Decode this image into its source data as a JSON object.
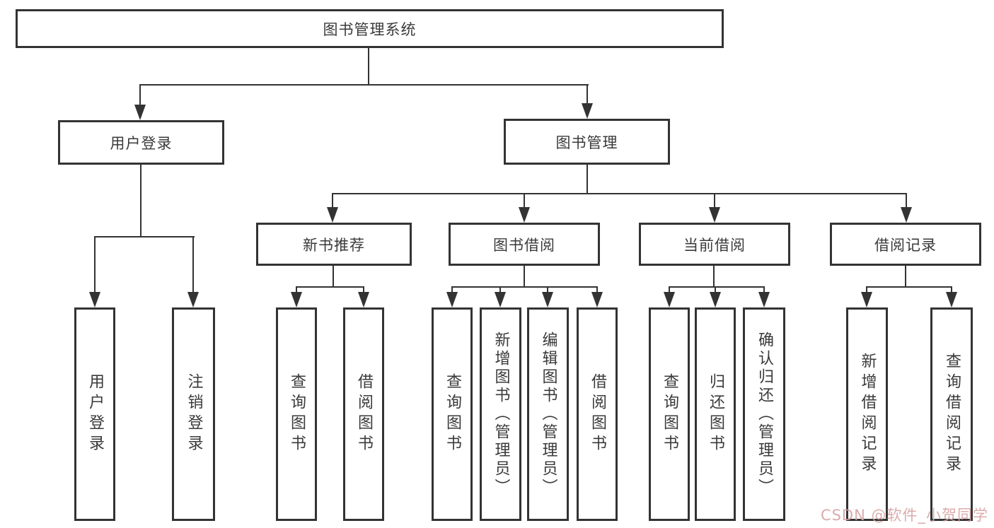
{
  "colors": {
    "line": "#333333",
    "watermark": "#d8a3a3"
  },
  "watermark": {
    "text": "CSDN @软件_小贺同学"
  },
  "nodes": {
    "root": {
      "label": "图书管理系统"
    },
    "user_login": {
      "label": "用户登录"
    },
    "book_mgmt": {
      "label": "图书管理"
    },
    "new_book_rec": {
      "label": "新书推荐"
    },
    "book_borrow": {
      "label": "图书借阅"
    },
    "current_borrow": {
      "label": "当前借阅"
    },
    "borrow_records": {
      "label": "借阅记录"
    },
    "leaf_user_login": {
      "label": "用户登录"
    },
    "leaf_logout": {
      "label": "注销登录"
    },
    "leaf_query_book_1": {
      "label": "查询图书"
    },
    "leaf_borrow_book_1": {
      "label": "借阅图书"
    },
    "leaf_query_book_2": {
      "label": "查询图书"
    },
    "leaf_add_book": {
      "label": "新增图书（管理员）"
    },
    "leaf_edit_book": {
      "label": "编辑图书（管理员）"
    },
    "leaf_borrow_book_2": {
      "label": "借阅图书"
    },
    "leaf_query_book_3": {
      "label": "查询图书"
    },
    "leaf_return_book": {
      "label": "归还图书"
    },
    "leaf_confirm_return": {
      "label": "确认归还（管理员）"
    },
    "leaf_add_record": {
      "label": "新增借阅记录"
    },
    "leaf_query_record": {
      "label": "查询借阅记录"
    }
  }
}
